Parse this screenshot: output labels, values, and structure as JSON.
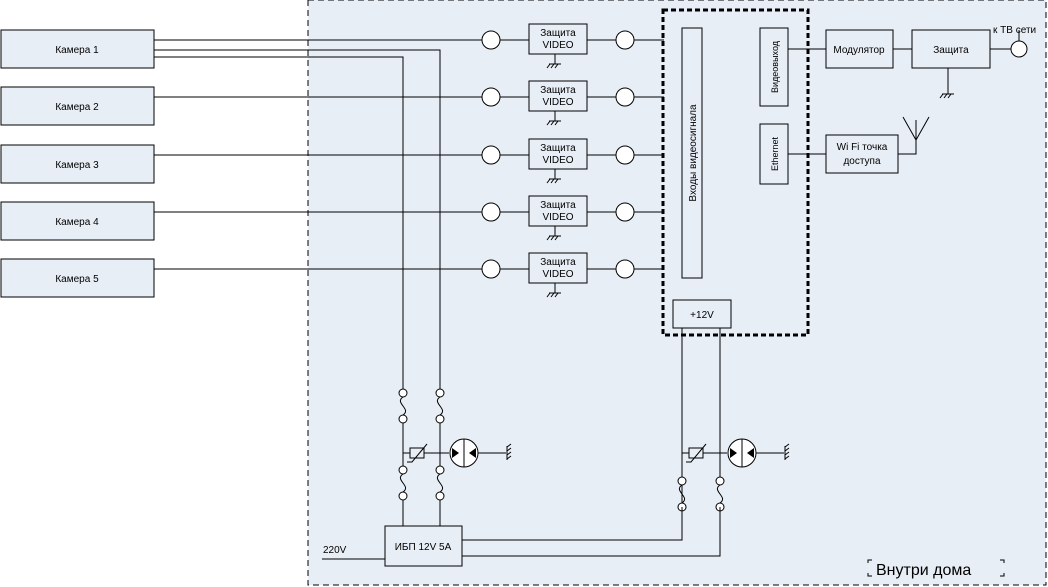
{
  "title": "",
  "colors": {
    "inside_area": "#e8eef6",
    "box_fill": "#e8eef6",
    "camera_fill": "#e8eef6",
    "stroke": "#000000"
  },
  "zone": {
    "label": "Внутри дома"
  },
  "cameras": [
    {
      "label": "Камера 1"
    },
    {
      "label": "Камера 2"
    },
    {
      "label": "Камера 3"
    },
    {
      "label": "Камера 4"
    },
    {
      "label": "Камера 5"
    }
  ],
  "protectors": [
    {
      "line1": "Защита",
      "line2": "VIDEO"
    },
    {
      "line1": "Защита",
      "line2": "VIDEO"
    },
    {
      "line1": "Защита",
      "line2": "VIDEO"
    },
    {
      "line1": "Защита",
      "line2": "VIDEO"
    },
    {
      "line1": "Защита",
      "line2": "VIDEO"
    }
  ],
  "recorder": {
    "inputs_label": "Входы видеосигнала",
    "video_out_label": "Видеовыход",
    "ethernet_label": "Ethernet",
    "power_label": "+12V"
  },
  "modulator": {
    "label": "Модулятор"
  },
  "tv_protection": {
    "label": "Защита"
  },
  "tv_network": {
    "label": "к ТВ сети"
  },
  "wifi": {
    "line1": "Wi Fi точка",
    "line2": "доступа"
  },
  "ups": {
    "label": "ИБП 12V 5A"
  },
  "mains": {
    "label": "220V"
  }
}
